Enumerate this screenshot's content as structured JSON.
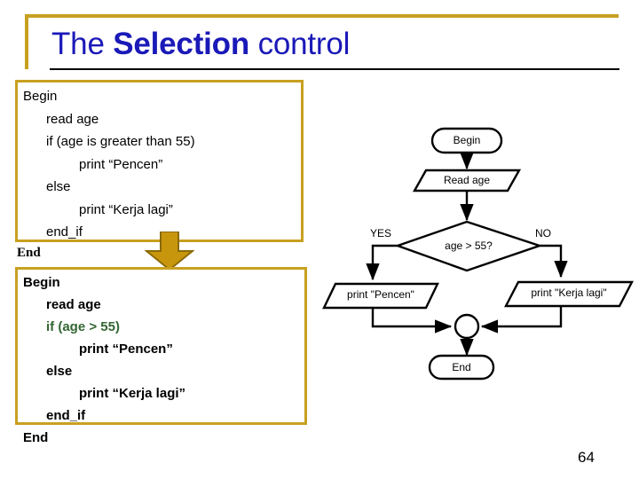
{
  "slide": {
    "title_prefix": "The ",
    "title_emphasis": "Selection",
    "title_suffix": " control",
    "page_number": "64",
    "accent_color": "#c8a020",
    "title_color": "#1a19b8",
    "green_color": "#336633"
  },
  "pseudocode_plain": {
    "name": "pseudocode-plain",
    "lines": [
      {
        "text": "Begin",
        "indent": 0
      },
      {
        "text": "read age",
        "indent": 1
      },
      {
        "text": "if (age is greater than 55)",
        "indent": 1
      },
      {
        "text": "print “Pencen”",
        "indent": 2
      },
      {
        "text": "else",
        "indent": 1
      },
      {
        "text": "print “Kerja lagi”",
        "indent": 2
      },
      {
        "text": "end_if",
        "indent": 1
      }
    ],
    "trailing_end": "End"
  },
  "pseudocode_formal": {
    "name": "pseudocode-formal",
    "lines": [
      {
        "text": "Begin",
        "indent": 0,
        "color": "normal"
      },
      {
        "text": "read age",
        "indent": 1,
        "color": "normal"
      },
      {
        "text": "if (age > 55)",
        "indent": 1,
        "color": "green"
      },
      {
        "text": "print “Pencen”",
        "indent": 2,
        "color": "normal"
      },
      {
        "text": "else",
        "indent": 1,
        "color": "normal"
      },
      {
        "text": "print “Kerja lagi”",
        "indent": 2,
        "color": "normal"
      },
      {
        "text": "end_if",
        "indent": 1,
        "color": "normal"
      },
      {
        "text": "End",
        "indent": 0,
        "color": "normal"
      }
    ]
  },
  "flowchart": {
    "type": "flowchart",
    "nodes": {
      "begin": "Begin",
      "read_age": "Read age",
      "decision": "age > 55?",
      "print_yes": "print \"Pencen\"",
      "print_no": "print \"Kerja lagi\"",
      "end": "End"
    },
    "branch_labels": {
      "yes": "YES",
      "no": "NO"
    }
  },
  "icons": {
    "transform_arrow": "arrow-down-icon"
  }
}
